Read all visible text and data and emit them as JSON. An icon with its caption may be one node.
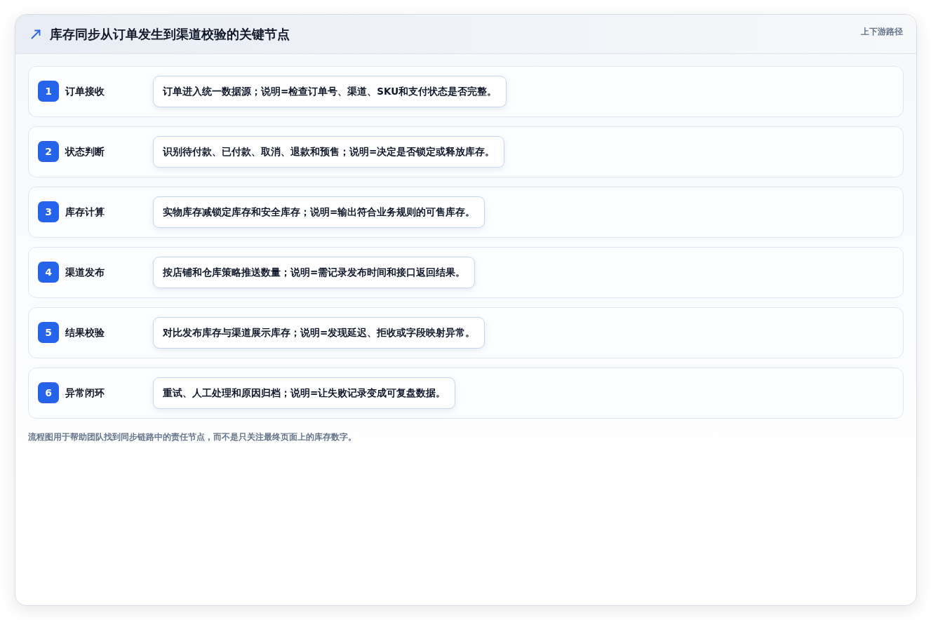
{
  "diagram": {
    "title": "库存同步从订单发生到渠道校验的关键节点",
    "caption": "流程图用于帮助团队找到同步链路中的责任节点，而不是只关注最终页面上的库存数字。",
    "nodes": [
      {
        "text": [
          "订单接收"
        ]
      },
      {
        "text": [
          "1"
        ],
        "in": 0
      },
      {
        "text": [
          "订单进入统一数据源；说明=检查订单号、渠道、SKU和支付状态是否完整。"
        ],
        "in": 0
      },
      {
        "text": [
          "状态判断"
        ]
      },
      {
        "text": [
          "2"
        ],
        "in": 3
      },
      {
        "text": [
          "识别待付款、已付款、取消、退款和预售；说明=决定是否锁定或释放库存。"
        ],
        "in": 3
      },
      {
        "text": [
          "库存计算"
        ]
      },
      {
        "text": [
          "3"
        ],
        "in": 6
      },
      {
        "text": [
          "实物库存减锁定库存和安全库存；说明=输出符合业务规则的可售库存。"
        ],
        "in": 6
      },
      {
        "text": [
          "渠道发布"
        ]
      },
      {
        "text": [
          "4"
        ],
        "in": 9
      },
      {
        "text": [
          "按店铺和仓库策略推送数量；说明=需记录发布时间和接口返回结果。"
        ],
        "in": 9
      },
      {
        "text": [
          "结果校验"
        ]
      },
      {
        "text": [
          "5"
        ],
        "in": 12
      },
      {
        "text": [
          "对比发布库存与渠道展示库存；说明=发现延迟、拒收或字段映射异常。"
        ],
        "in": 12
      },
      {
        "text": [
          "异常闭环"
        ]
      },
      {
        "text": [
          "6"
        ],
        "in": 15
      },
      {
        "text": [
          "重试、人工处理和原因归档；说明=让失败记录变成可复盘数据。"
        ],
        "in": 15
      }
    ],
    "labels": [
      "上下游路径"
    ]
  }
}
